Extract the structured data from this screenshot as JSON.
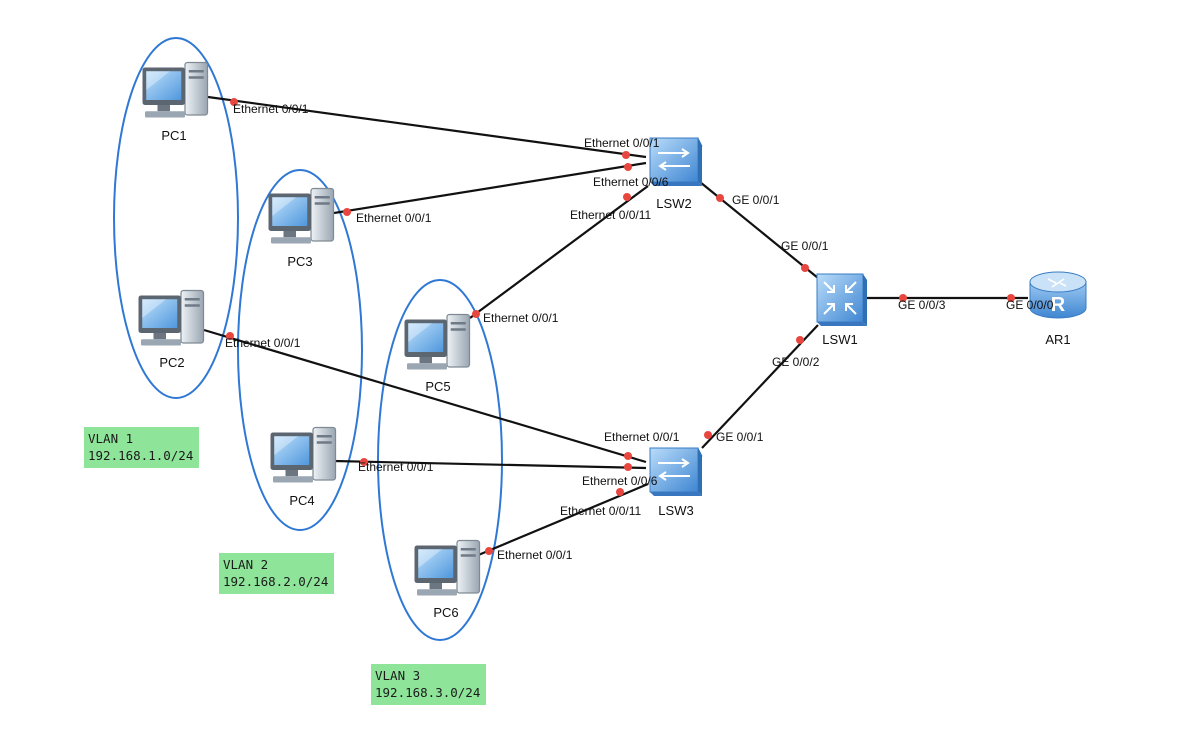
{
  "colors": {
    "link": "#111111",
    "port_dot": "#e8473f",
    "vlan_ring": "#2f78d4",
    "vlan_box_bg": "#8ee59a",
    "device_blue": "#4a8fd8"
  },
  "devices": {
    "pc1": {
      "label": "PC1",
      "icon": "pc-icon"
    },
    "pc2": {
      "label": "PC2",
      "icon": "pc-icon"
    },
    "pc3": {
      "label": "PC3",
      "icon": "pc-icon"
    },
    "pc4": {
      "label": "PC4",
      "icon": "pc-icon"
    },
    "pc5": {
      "label": "PC5",
      "icon": "pc-icon"
    },
    "pc6": {
      "label": "PC6",
      "icon": "pc-icon"
    },
    "lsw1": {
      "label": "LSW1",
      "icon": "core-switch-icon"
    },
    "lsw2": {
      "label": "LSW2",
      "icon": "switch-icon"
    },
    "lsw3": {
      "label": "LSW3",
      "icon": "switch-icon"
    },
    "ar1": {
      "label": "AR1",
      "icon": "router-icon"
    }
  },
  "ports": {
    "pc1_e1": "Ethernet 0/0/1",
    "lsw2_e1": "Ethernet 0/0/1",
    "pc3_e1": "Ethernet 0/0/1",
    "lsw2_e6": "Ethernet 0/0/6",
    "lsw2_e11": "Ethernet 0/0/11",
    "pc5_e1": "Ethernet 0/0/1",
    "lsw2_ge1": "GE 0/0/1",
    "lsw1_ge1": "GE 0/0/1",
    "lsw1_ge3": "GE 0/0/3",
    "ar1_ge0": "GE 0/0/0",
    "lsw1_ge2": "GE 0/0/2",
    "lsw3_ge1": "GE 0/0/1",
    "pc2_e1": "Ethernet 0/0/1",
    "lsw3_e1": "Ethernet 0/0/1",
    "pc4_e1": "Ethernet 0/0/1",
    "lsw3_e6": "Ethernet 0/0/6",
    "lsw3_e11": "Ethernet 0/0/11",
    "pc6_e1": "Ethernet 0/0/1"
  },
  "vlans": [
    {
      "name": "VLAN 1",
      "subnet": "192.168.1.0/24"
    },
    {
      "name": "VLAN 2",
      "subnet": "192.168.2.0/24"
    },
    {
      "name": "VLAN 3",
      "subnet": "192.168.3.0/24"
    }
  ]
}
